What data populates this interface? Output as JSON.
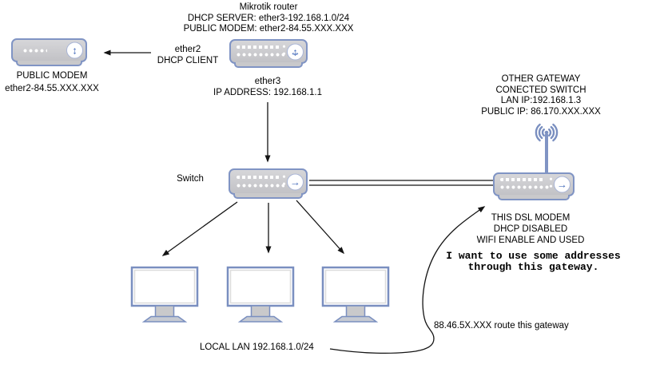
{
  "colors": {
    "background": "#ffffff",
    "device_border": "#8094c4",
    "device_body": "#c9c9cb",
    "monitor_border": "#7a8fc0",
    "circle_arrow": "#4a70bd",
    "connector_line": "#141414",
    "text": "#000000"
  },
  "diagram": {
    "router_title": [
      "Mikrotik router",
      "DHCP SERVER: ether3-192.168.1.0/24",
      "PUBLIC MODEM: ether2-84.55.XXX.XXX"
    ],
    "modem_label": [
      "PUBLIC MODEM",
      "ether2-84.55.XXX.XXX"
    ],
    "ether2_label": [
      "ether2",
      "DHCP CLIENT"
    ],
    "ether3_label": [
      "ether3",
      "IP ADDRESS: 192.168.1.1"
    ],
    "switch_label": "Switch",
    "gateway_label": [
      "OTHER GATEWAY",
      "CONECTED SWITCH",
      "LAN IP:192.168.1.3",
      "PUBLIC IP: 86.170.XXX.XXX"
    ],
    "dsl_note": [
      "THIS DSL MODEM",
      "DHCP DISABLED",
      "WIFI ENABLE AND USED"
    ],
    "handwritten_note": [
      "I want to use some addresses",
      "through this gateway."
    ],
    "route_note": "88.46.5X.XXX route this gateway",
    "lan_label": "LOCAL LAN 192.168.1.0/24",
    "device_icons": {
      "modem_circle": "↕",
      "router_circle_h": "↔",
      "router_circle_v": "↕",
      "switch_circle": "→",
      "gateway_circle": "→"
    },
    "nodes": [
      {
        "id": "public-modem",
        "icon": "updown-arrow-icon"
      },
      {
        "id": "mikrotik-router",
        "icon": "move-arrow-icon"
      },
      {
        "id": "lan-switch",
        "icon": "right-arrow-icon"
      },
      {
        "id": "dsl-gateway",
        "icon": "right-arrow-icon",
        "extra_icon": "wifi-antenna-icon"
      }
    ],
    "computers_count": 3
  }
}
